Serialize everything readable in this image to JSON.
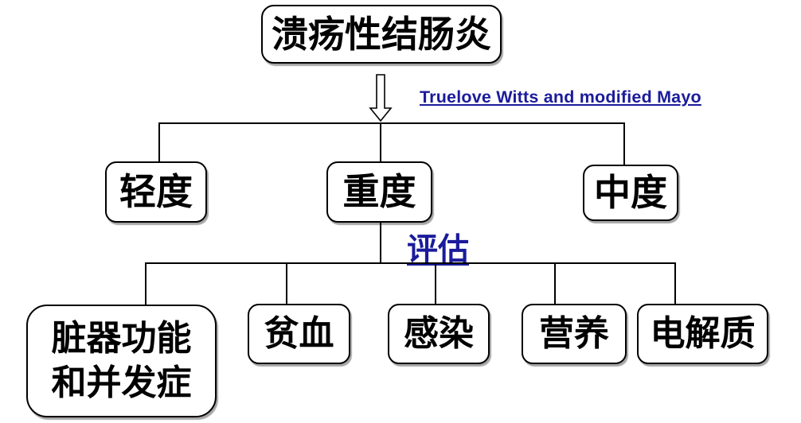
{
  "diagram": {
    "root_label": "溃疡性结肠炎",
    "classification_note": "Truelove Witts and modified Mayo",
    "severity": [
      "轻度",
      "重度",
      "中度"
    ],
    "assessment_label": "评估",
    "assessment_items": [
      "脏器功能\n和并发症",
      "贫血",
      "感染",
      "营养",
      "电解质"
    ]
  },
  "colors": {
    "link_blue": "#1b1b9b",
    "box_border": "#000000",
    "box_fill": "#ffffff",
    "background": "#ffffff",
    "text": "#000000"
  }
}
